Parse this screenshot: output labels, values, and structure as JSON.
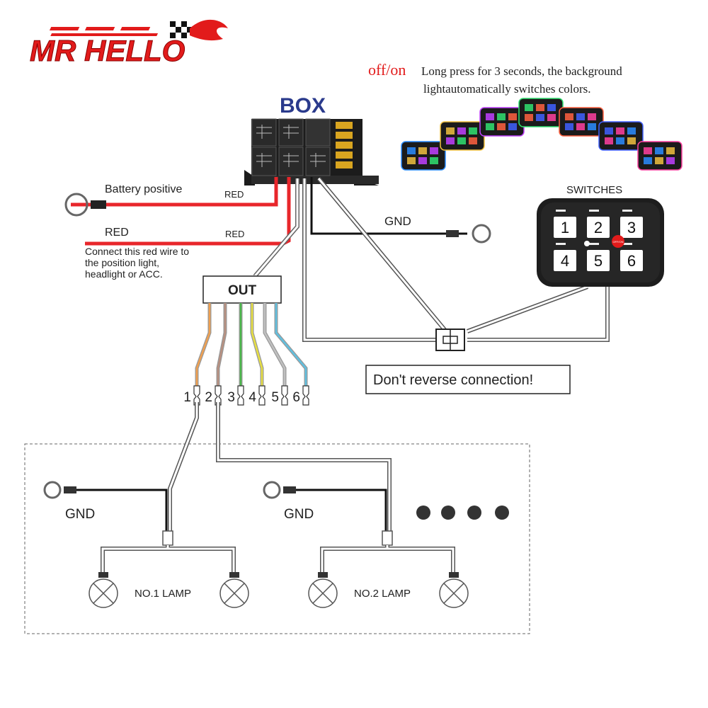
{
  "brand": {
    "logo_text": "MR HELLO"
  },
  "header": {
    "offon": "off/on",
    "note_line1": "Long press for 3 seconds, the background",
    "note_line2": "lightautomatically switches colors."
  },
  "box": {
    "title": "BOX"
  },
  "wires": {
    "battery_positive": "Battery positive",
    "red_label_1": "RED",
    "red_label_2": "RED",
    "red_wire": "RED",
    "red_note_line1": "Connect this red wire to",
    "red_note_line2": "the position light,",
    "red_note_line3": "headlight or ACC.",
    "gnd_top": "GND"
  },
  "out": {
    "label": "OUT",
    "pins": [
      "1",
      "2",
      "3",
      "4",
      "5",
      "6"
    ]
  },
  "switches": {
    "title": "SWITCHES",
    "keys": [
      "1",
      "2",
      "3",
      "4",
      "5",
      "6"
    ],
    "power_label": "OFF/ON"
  },
  "warning": {
    "text": "Don't reverse connection!"
  },
  "lamps": {
    "gnd_1": "GND",
    "gnd_2": "GND",
    "lamp_1": "NO.1  LAMP",
    "lamp_2": "NO.2  LAMP"
  },
  "colors": {
    "brand_red": "#e21b1b",
    "wire_red": "#e8262b",
    "box_title": "#2a3a8c",
    "out_wire_colors": [
      "#f0a050",
      "#b89080",
      "#4ab84a",
      "#e8e040",
      "#c0c0c0",
      "#60c0e0"
    ],
    "panel_glow": [
      "#2a8cff",
      "#f0c040",
      "#c040ff",
      "#30e070",
      "#ff6040",
      "#4060ff",
      "#ff40a0"
    ]
  }
}
